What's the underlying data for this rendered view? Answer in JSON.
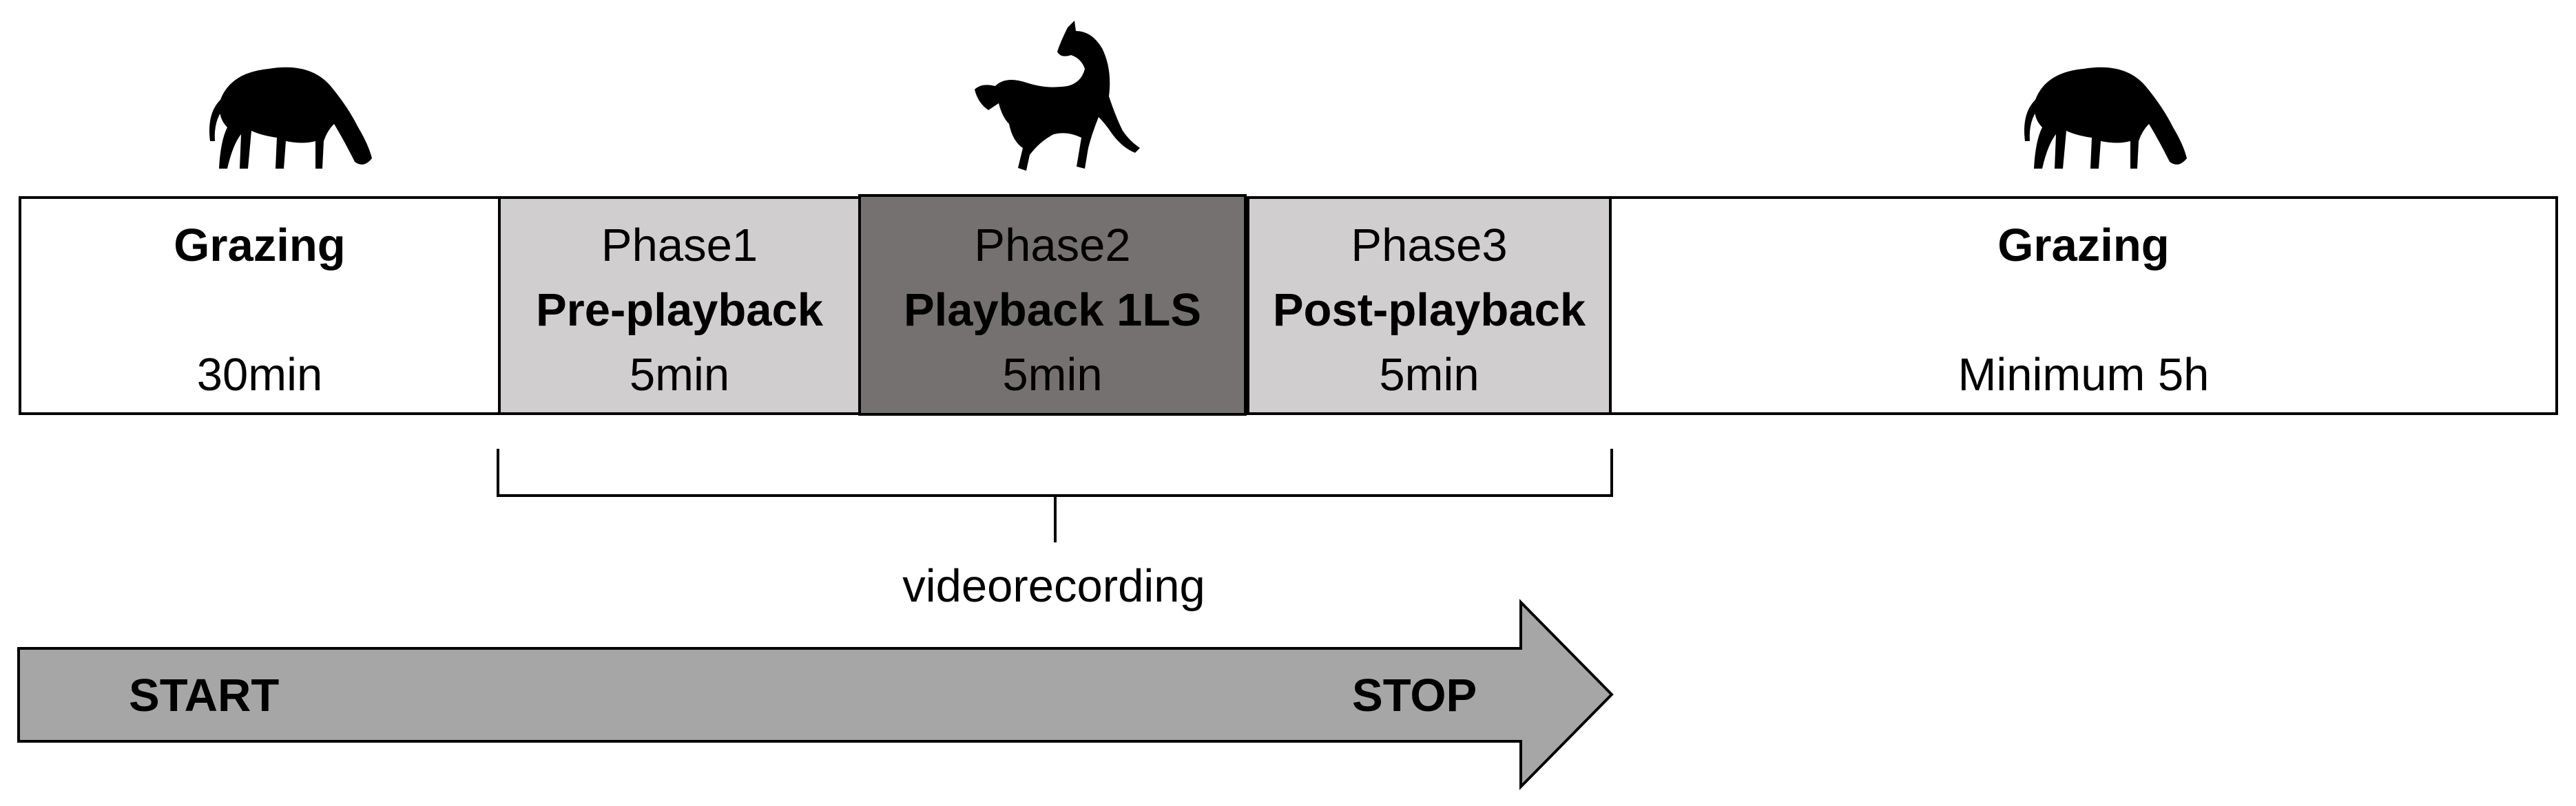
{
  "blocks": [
    {
      "title": "Grazing",
      "duration": "30min"
    },
    {
      "phase": "Phase1",
      "title": "Pre-playback",
      "duration": "5min"
    },
    {
      "phase": "Phase2",
      "title": "Playback 1LS",
      "duration": "5min"
    },
    {
      "phase": "Phase3",
      "title": "Post-playback",
      "duration": "5min"
    },
    {
      "title": "Grazing",
      "duration": "Minimum 5h"
    }
  ],
  "recording_label": "videorecording",
  "arrow": {
    "start_label": "START",
    "stop_label": "STOP"
  },
  "colors": {
    "phase1": "#d0cece",
    "phase2": "#767171",
    "phase3": "#d0cece",
    "arrow": "#a6a6a6"
  },
  "icons": [
    "grazing-horse-icon",
    "rearing-horse-icon",
    "grazing-horse-icon"
  ]
}
